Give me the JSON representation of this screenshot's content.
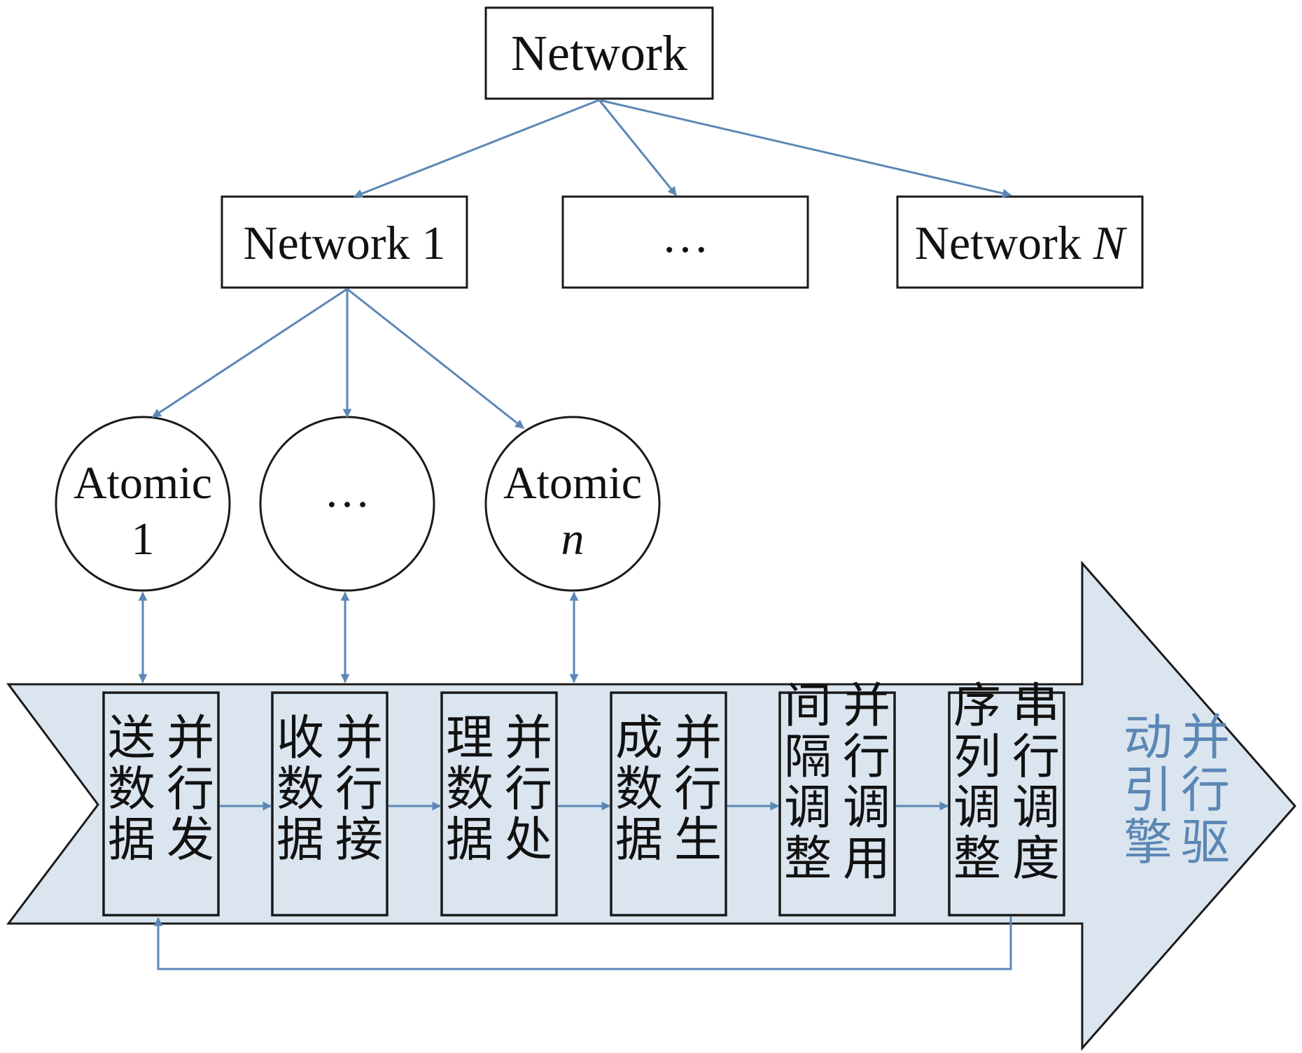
{
  "colors": {
    "connector": "#5b87b5",
    "arrow_fill": "#dae5ef",
    "stroke": "#1a1a1a",
    "engine_text": "#5b87b5"
  },
  "network": {
    "root": "Network",
    "children": [
      {
        "name": "Network ",
        "num": "1",
        "num_italic": false
      },
      {
        "name": "…",
        "num": "",
        "num_italic": false
      },
      {
        "name": "Network ",
        "num": "N",
        "num_italic": true
      }
    ]
  },
  "atomics": [
    {
      "line1": "Atomic",
      "line2": "1",
      "line2_italic": false
    },
    {
      "line1": "…",
      "line2": "",
      "line2_italic": false
    },
    {
      "line1": "Atomic",
      "line2": "n",
      "line2_italic": true
    }
  ],
  "stages": [
    {
      "col_right": "并行发",
      "col_left": "送数据"
    },
    {
      "col_right": "并行接",
      "col_left": "收数据"
    },
    {
      "col_right": "并行处",
      "col_left": "理数据"
    },
    {
      "col_right": "并行生",
      "col_left": "成数据"
    },
    {
      "col_right": "并行调用",
      "col_left": "间隔调整"
    },
    {
      "col_right": "串行调度",
      "col_left": "序列调整"
    }
  ],
  "engine": {
    "col_right": "并行驱",
    "col_left": "动引擎"
  }
}
